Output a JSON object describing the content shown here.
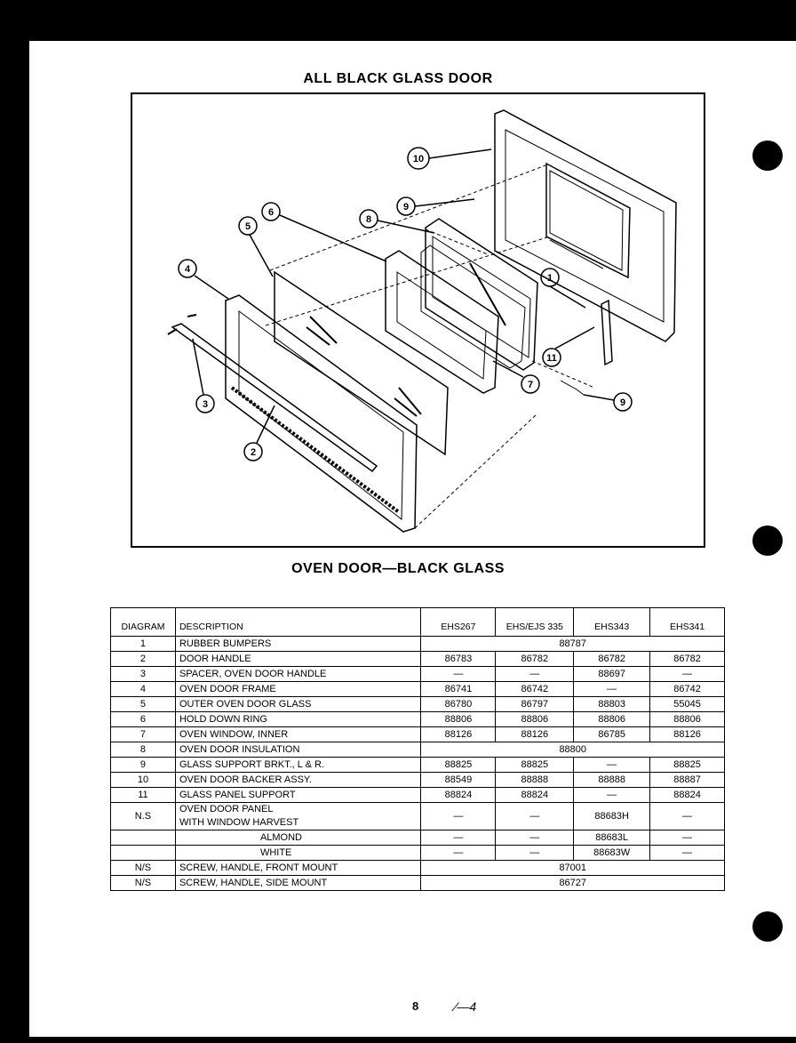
{
  "header": {
    "title": "ALL BLACK GLASS DOOR"
  },
  "diagram": {
    "callouts": [
      "1",
      "2",
      "3",
      "4",
      "5",
      "6",
      "7",
      "8",
      "9",
      "10",
      "11",
      "9"
    ]
  },
  "caption": "OVEN DOOR—BLACK GLASS",
  "table": {
    "headers": [
      "DIAGRAM",
      "DESCRIPTION",
      "EHS267",
      "EHS/EJS 335",
      "EHS343",
      "EHS341"
    ],
    "rows": [
      {
        "diag": "1",
        "desc": "RUBBER BUMPERS",
        "span": "88787"
      },
      {
        "diag": "2",
        "desc": "DOOR HANDLE",
        "v": [
          "86783",
          "86782",
          "86782",
          "86782"
        ]
      },
      {
        "diag": "3",
        "desc": "SPACER, OVEN DOOR HANDLE",
        "v": [
          "—",
          "—",
          "88697",
          "—"
        ]
      },
      {
        "diag": "4",
        "desc": "OVEN DOOR FRAME",
        "v": [
          "86741",
          "86742",
          "—",
          "86742"
        ]
      },
      {
        "diag": "5",
        "desc": "OUTER OVEN DOOR GLASS",
        "v": [
          "86780",
          "86797",
          "88803",
          "55045"
        ]
      },
      {
        "diag": "6",
        "desc": "HOLD DOWN RING",
        "v": [
          "88806",
          "88806",
          "88806",
          "88806"
        ]
      },
      {
        "diag": "7",
        "desc": "OVEN WINDOW, INNER",
        "v": [
          "88126",
          "88126",
          "86785",
          "88126"
        ]
      },
      {
        "diag": "8",
        "desc": "OVEN DOOR INSULATION",
        "span": "88800"
      },
      {
        "diag": "9",
        "desc": "GLASS SUPPORT BRKT., L & R.",
        "v": [
          "88825",
          "88825",
          "—",
          "88825"
        ]
      },
      {
        "diag": "10",
        "desc": "OVEN DOOR BACKER ASSY.",
        "v": [
          "88549",
          "88888",
          "88888",
          "88887"
        ]
      },
      {
        "diag": "11",
        "desc": "GLASS PANEL SUPPORT",
        "v": [
          "88824",
          "88824",
          "—",
          "88824"
        ]
      },
      {
        "diag": "N.S",
        "desc": "OVEN DOOR PANEL",
        "desc2": "WITH WINDOW  HARVEST",
        "v": [
          "—",
          "—",
          "88683H",
          "—"
        ]
      },
      {
        "diag": "",
        "desc": "ALMOND",
        "indent": true,
        "v": [
          "—",
          "—",
          "88683L",
          "—"
        ]
      },
      {
        "diag": "",
        "desc": "WHITE",
        "indent": true,
        "v": [
          "—",
          "—",
          "88683W",
          "—"
        ]
      },
      {
        "diag": "N/S",
        "desc": "SCREW, HANDLE, FRONT MOUNT",
        "span": "87001"
      },
      {
        "diag": "N/S",
        "desc": "SCREW, HANDLE, SIDE MOUNT",
        "span": "86727"
      }
    ]
  },
  "footer": {
    "page": "8",
    "mark": "∕—4"
  }
}
